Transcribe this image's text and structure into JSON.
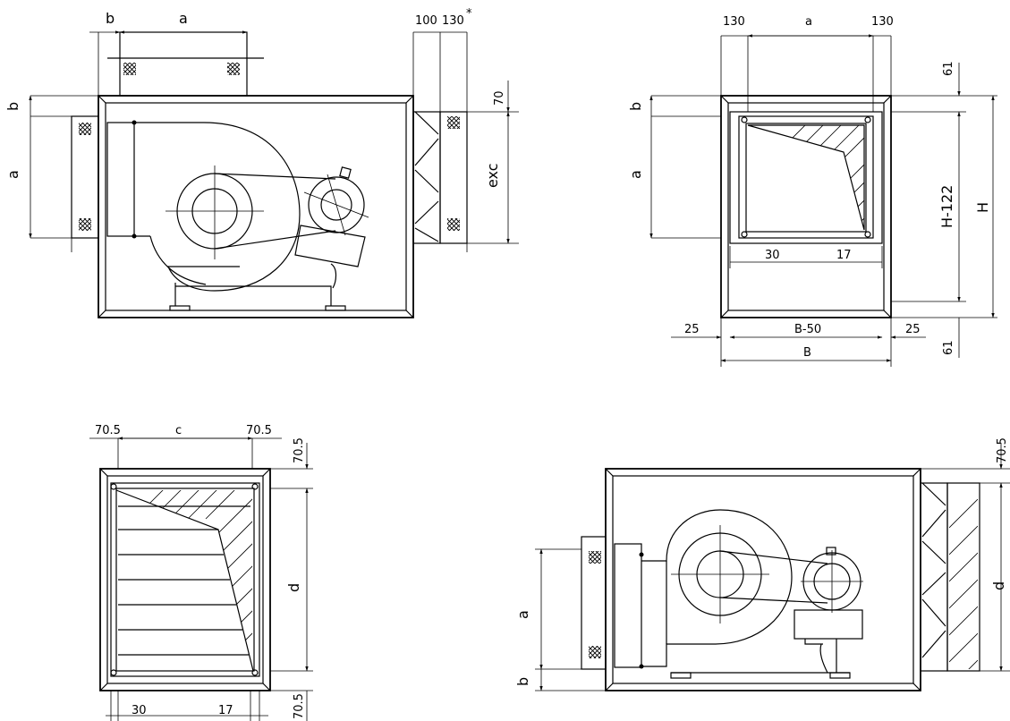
{
  "views": {
    "top_left": {
      "dims": {
        "b_top": "b",
        "a_top": "a",
        "d100": "100",
        "d130": "130",
        "star": "*",
        "b_left": "b",
        "a_left": "a",
        "d70": "70",
        "exc": "exc"
      }
    },
    "top_right": {
      "dims": {
        "d130_left": "130",
        "a": "a",
        "d130_right": "130",
        "d61_top": "61",
        "b_left": "b",
        "a_left": "a",
        "h122": "H-122",
        "H": "H",
        "d30": "30",
        "d17": "17",
        "d25_left": "25",
        "b50": "B-50",
        "d25_right": "25",
        "B": "B",
        "d61_bottom": "61"
      }
    },
    "bottom_left": {
      "dims": {
        "d705_left": "70.5",
        "c": "c",
        "d705_right": "70.5",
        "d705_top_right": "70.5",
        "d": "d",
        "d30": "30",
        "d17": "17",
        "d705_bottom": "70.5"
      }
    },
    "bottom_right": {
      "dims": {
        "d705": "70.5",
        "a": "a",
        "b": "b",
        "d": "d"
      }
    }
  }
}
